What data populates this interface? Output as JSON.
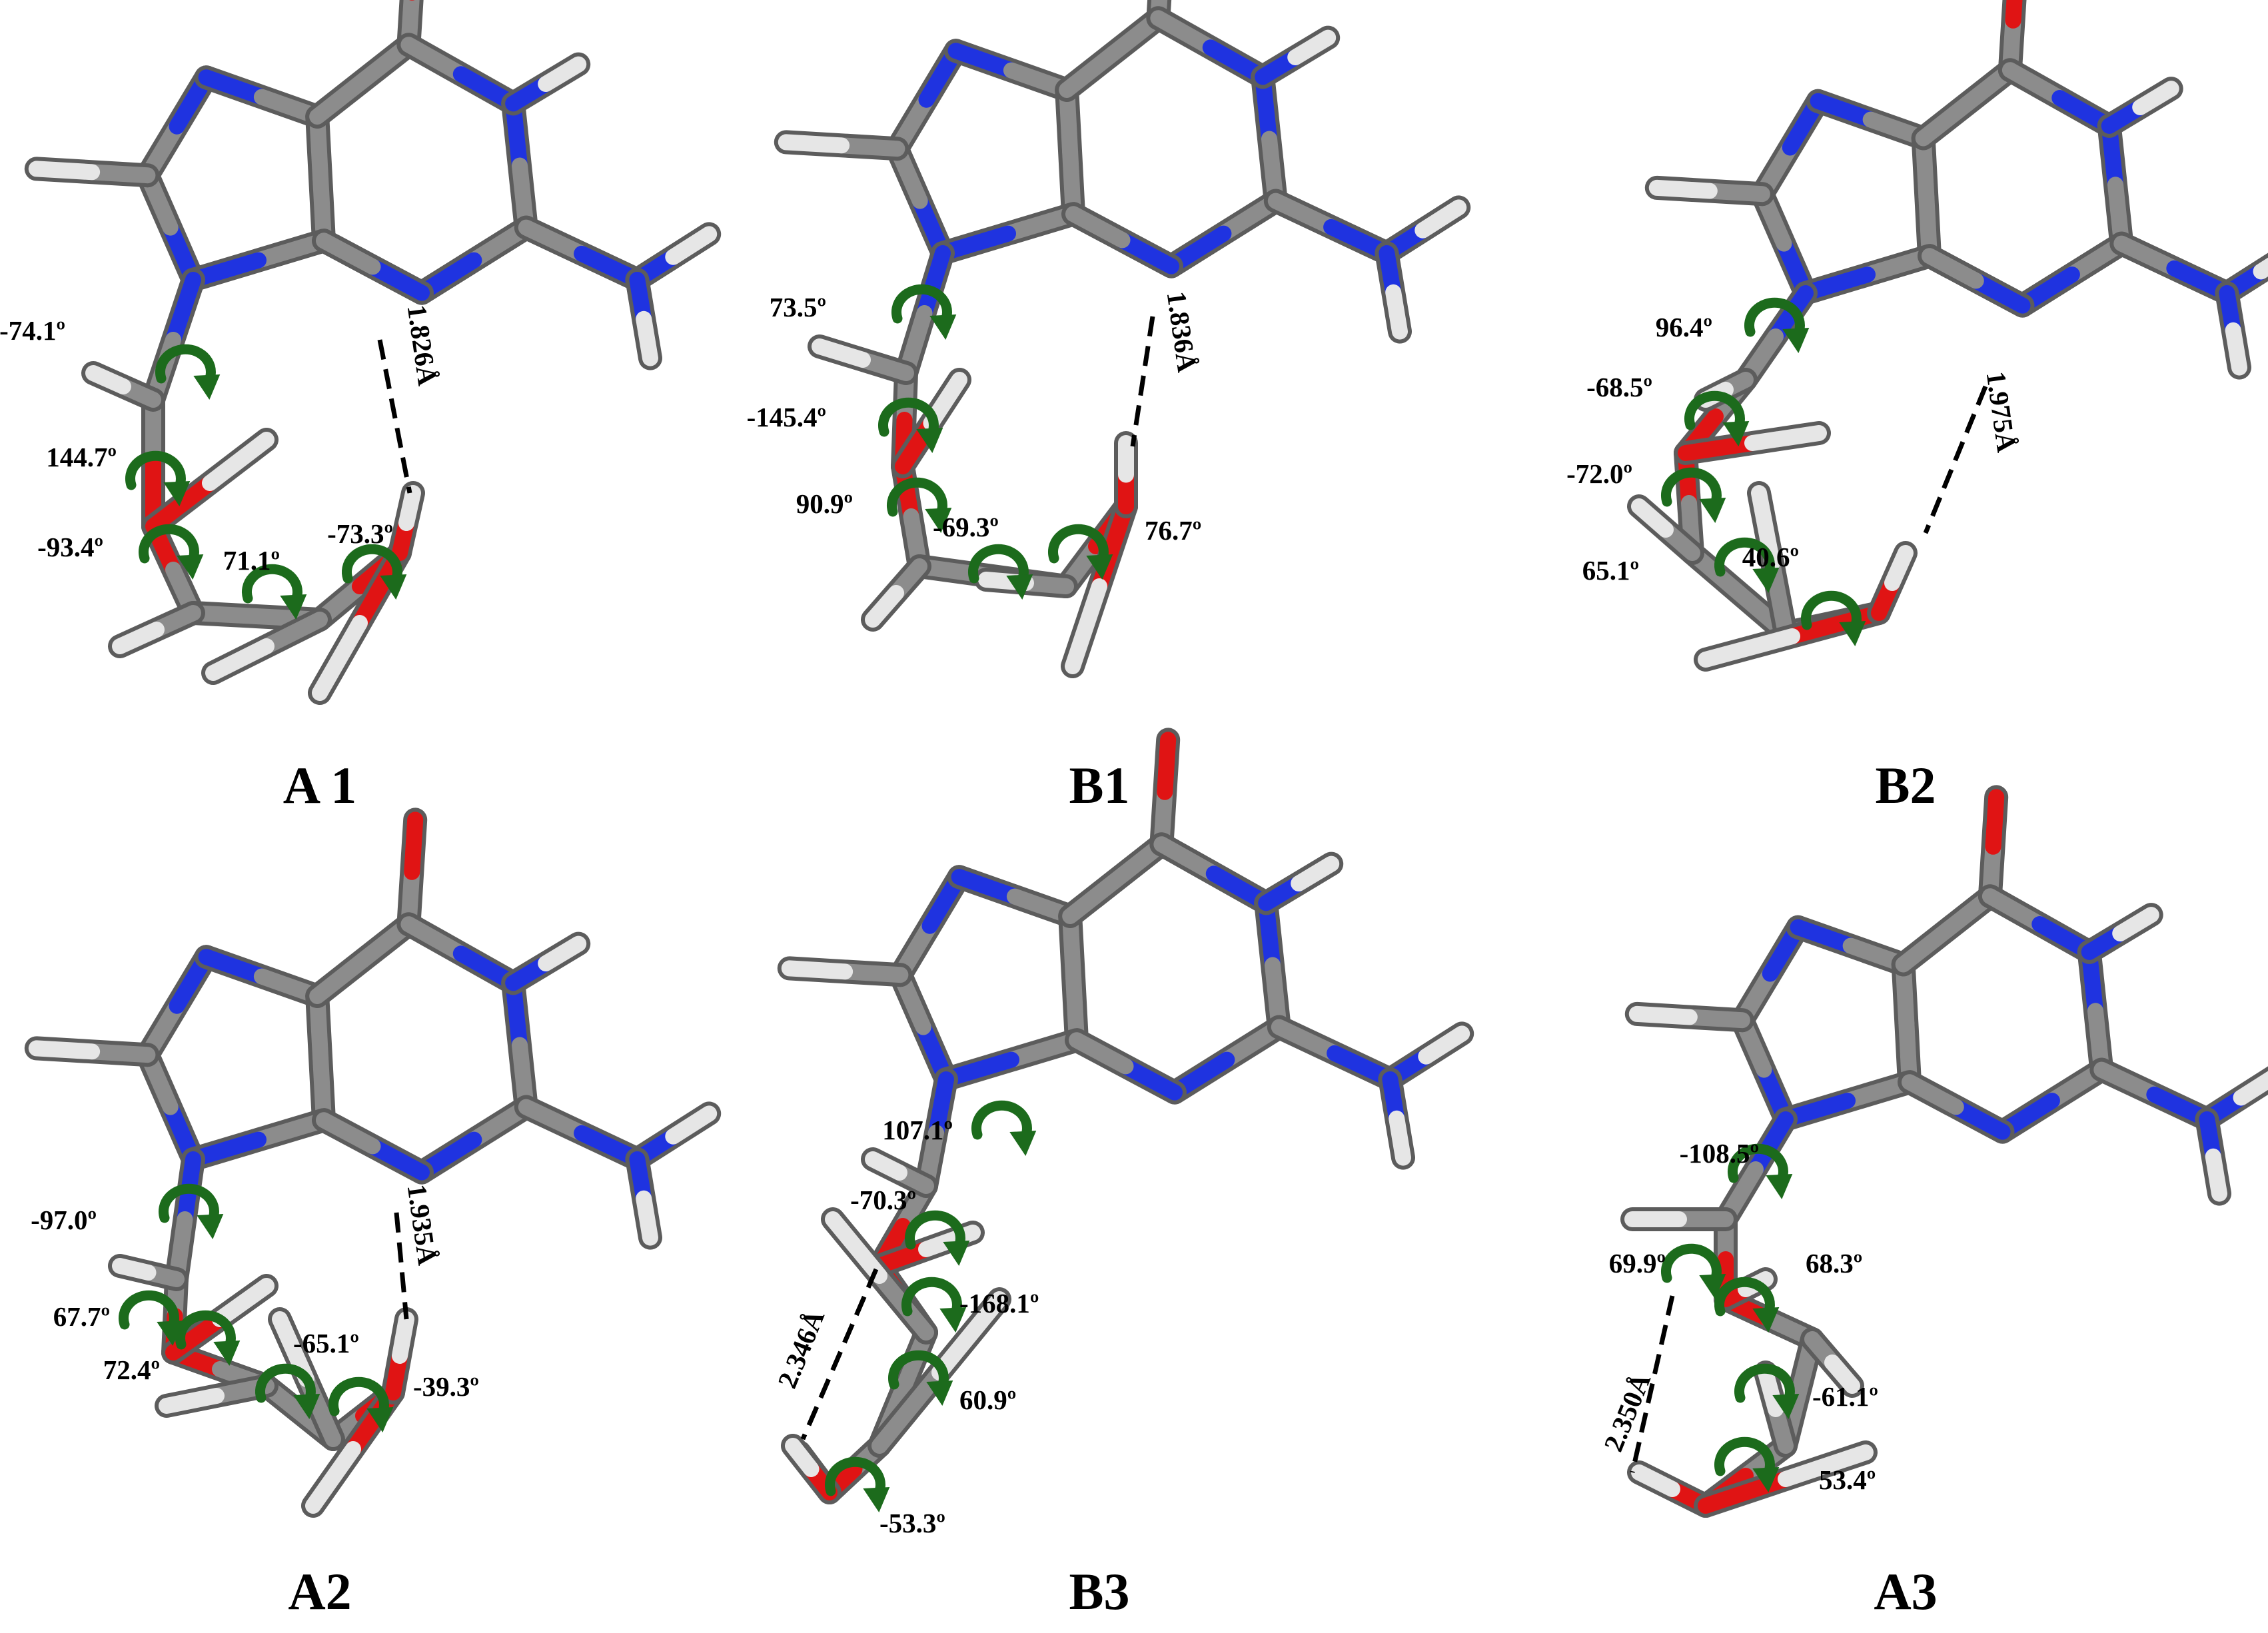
{
  "colors": {
    "carbon": "#8c8c8c",
    "nitrogen": "#1f33e0",
    "oxygen": "#e01414",
    "hydrogen": "#e6e6e6",
    "rotation_arrow": "#1c6b1c",
    "hbond": "#000000"
  },
  "panels": [
    {
      "caption": "A 1",
      "hbond_label": "1.826Å",
      "dihedrals": [
        "-74.1º",
        "144.7º",
        "-93.4º",
        "71.1º",
        "-73.3º"
      ]
    },
    {
      "caption": "B1",
      "hbond_label": "1.836Å",
      "dihedrals": [
        "73.5º",
        "-145.4º",
        "90.9º",
        "-69.3º",
        "76.7º"
      ]
    },
    {
      "caption": "B2",
      "hbond_label": "1.975Å",
      "dihedrals": [
        "96.4º",
        "-68.5º",
        "-72.0º",
        "65.1º",
        "40.6º"
      ]
    },
    {
      "caption": "A2",
      "hbond_label": "1.935Å",
      "dihedrals": [
        "-97.0º",
        "67.7º",
        "72.4º",
        "-65.1º",
        "-39.3º"
      ]
    },
    {
      "caption": "B3",
      "hbond_label": "2.346Å",
      "dihedrals": [
        "107.1º",
        "-70.3º",
        "-168.1º",
        "60.9º",
        "-53.3º"
      ]
    },
    {
      "caption": "A3",
      "hbond_label": "2.350Å",
      "dihedrals": [
        "-108.5º",
        "69.9º",
        "68.3º",
        "-61.1º",
        "53.4º"
      ]
    }
  ]
}
